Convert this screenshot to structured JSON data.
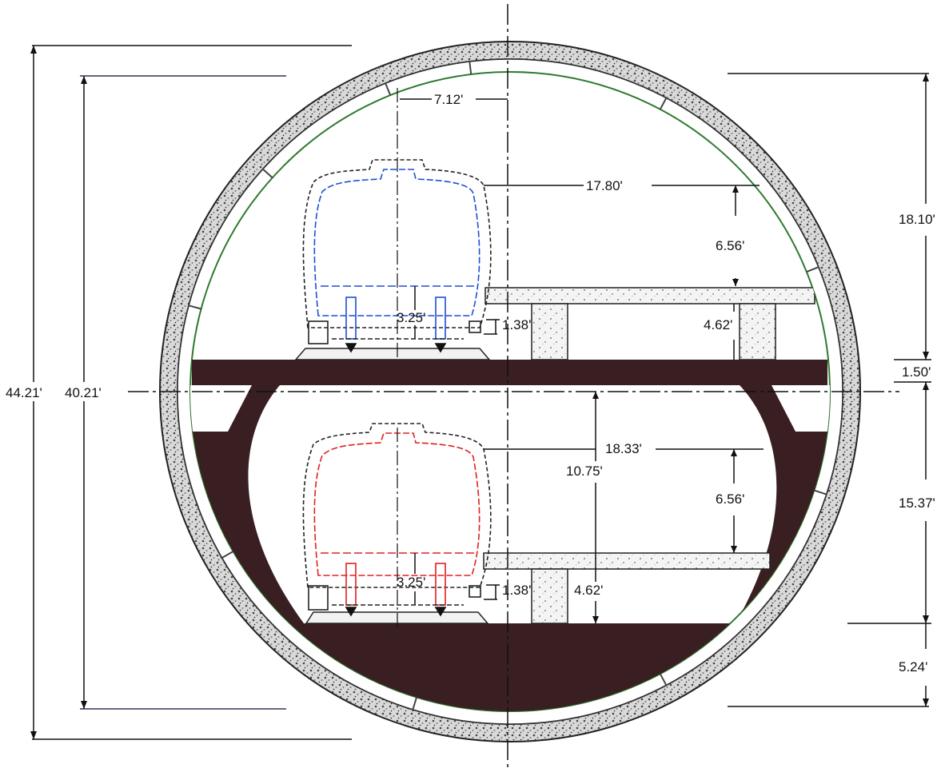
{
  "colors": {
    "background": "#ffffff",
    "line": "#111111",
    "slab": "#3a1f22",
    "lining_texture": "#6b6b6b",
    "inner_circle": "#2f7a2f",
    "upper_train": "#1f4fd0",
    "lower_train": "#e02020",
    "platform_fill": "#ececec"
  },
  "dimensions": {
    "overall_height": "44.21'",
    "inner_height": "40.21'",
    "upper_offset": "7.12'",
    "upper_edge_distance": "17.80'",
    "upper_vehicle_height": "6.56'",
    "upper_floor_height": "3.25'",
    "upper_rail_height": "1.38'",
    "upper_platform_height": "4.62'",
    "upper_level_height": "18.10'",
    "slab_thickness": "1.50'",
    "lower_edge_distance": "18.33'",
    "lower_clear_height": "10.75'",
    "lower_vehicle_height": "6.56'",
    "lower_floor_height": "3.25'",
    "lower_rail_height": "1.38'",
    "lower_platform_height": "4.62'",
    "lower_level_height": "15.37'",
    "invert_depth": "5.24'"
  }
}
